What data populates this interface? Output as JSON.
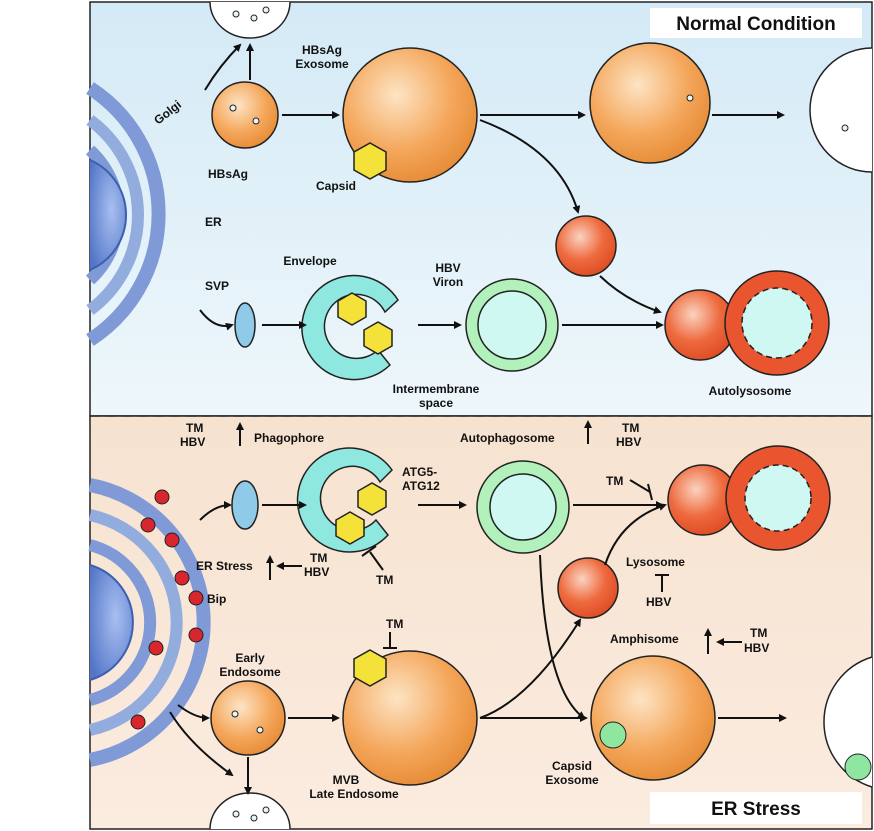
{
  "panels": {
    "top_title": "Normal Condition",
    "bottom_title": "ER Stress"
  },
  "labels": {
    "golgi": "Golgi",
    "er": "ER",
    "hbsag": "HBsAg",
    "hbsag_exosome_1": "HBsAg",
    "hbsag_exosome_2": "Exosome",
    "capsid": "Capsid",
    "svp": "SVP",
    "envelope": "Envelope",
    "hbv_viron_1": "HBV",
    "hbv_viron_2": "Viron",
    "intermembrane_1": "Intermembrane",
    "intermembrane_2": "space",
    "autolysosome": "Autolysosome",
    "tm_1": "TM",
    "hbv_1": "HBV",
    "phagophore": "Phagophore",
    "autophagosome": "Autophagosome",
    "tm_2": "TM",
    "hbv_2": "HBV",
    "atg5": "ATG5-",
    "atg12": "ATG12",
    "tm_3": "TM",
    "er_stress": "ER Stress",
    "tm_4": "TM",
    "hbv_4": "HBV",
    "tm_5": "TM",
    "bip": "Bip",
    "lysosome": "Lysosome",
    "hbv_6": "HBV",
    "tm_6": "TM",
    "early_endosome_1": "Early",
    "early_endosome_2": "Endosome",
    "amphisome": "Amphisome",
    "tm_7": "TM",
    "hbv_7": "HBV",
    "capsid_exosome_1": "Capsid",
    "capsid_exosome_2": "Exosome",
    "mvb_1": "MVB",
    "mvb_2": "Late Endosome"
  },
  "colors": {
    "top_bg": "#d6ecf6",
    "bottom_bg": "#f8e4cf",
    "er_blue": "#8aa6dc",
    "orange": "#f3a85a",
    "red_orange": "#e8552e",
    "cyan": "#8ee8df",
    "green": "#b2f0bc",
    "bip_red": "#d8262e"
  }
}
